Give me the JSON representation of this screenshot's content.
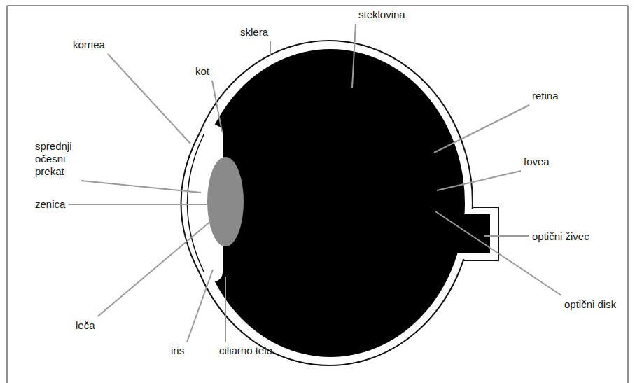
{
  "diagram": {
    "labels": [
      "sklera",
      "steklovina",
      "kornea",
      "kot",
      "retina",
      "fovea",
      "sprednji očesni prekat",
      "zenica",
      "optični živec",
      "optični disk",
      "leča",
      "iris",
      "ciliarno telo"
    ]
  }
}
